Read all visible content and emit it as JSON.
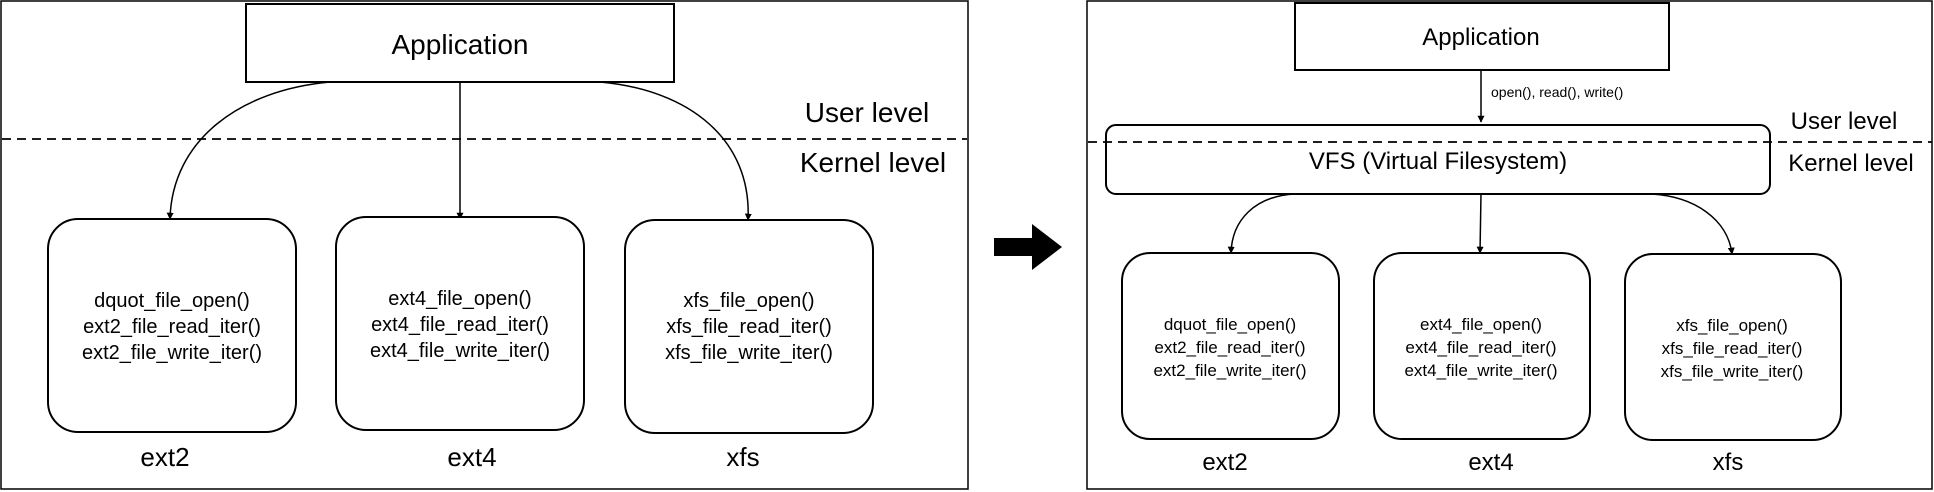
{
  "left_diagram": {
    "application_label": "Application",
    "user_level_label": "User level",
    "kernel_level_label": "Kernel level",
    "filesystems": [
      {
        "name": "ext2",
        "functions": [
          "dquot_file_open()",
          "ext2_file_read_iter()",
          "ext2_file_write_iter()"
        ]
      },
      {
        "name": "ext4",
        "functions": [
          "ext4_file_open()",
          "ext4_file_read_iter()",
          "ext4_file_write_iter()"
        ]
      },
      {
        "name": "xfs",
        "functions": [
          "xfs_file_open()",
          "xfs_file_read_iter()",
          "xfs_file_write_iter()"
        ]
      }
    ]
  },
  "right_diagram": {
    "application_label": "Application",
    "syscall_label": "open(), read(), write()",
    "vfs_label": "VFS (Virtual Filesystem)",
    "user_level_label": "User level",
    "kernel_level_label": "Kernel level",
    "filesystems": [
      {
        "name": "ext2",
        "functions": [
          "dquot_file_open()",
          "ext2_file_read_iter()",
          "ext2_file_write_iter()"
        ]
      },
      {
        "name": "ext4",
        "functions": [
          "ext4_file_open()",
          "ext4_file_read_iter()",
          "ext4_file_write_iter()"
        ]
      },
      {
        "name": "xfs",
        "functions": [
          "xfs_file_open()",
          "xfs_file_read_iter()",
          "xfs_file_write_iter()"
        ]
      }
    ]
  },
  "transition_arrow_icon": "right-arrow-icon"
}
